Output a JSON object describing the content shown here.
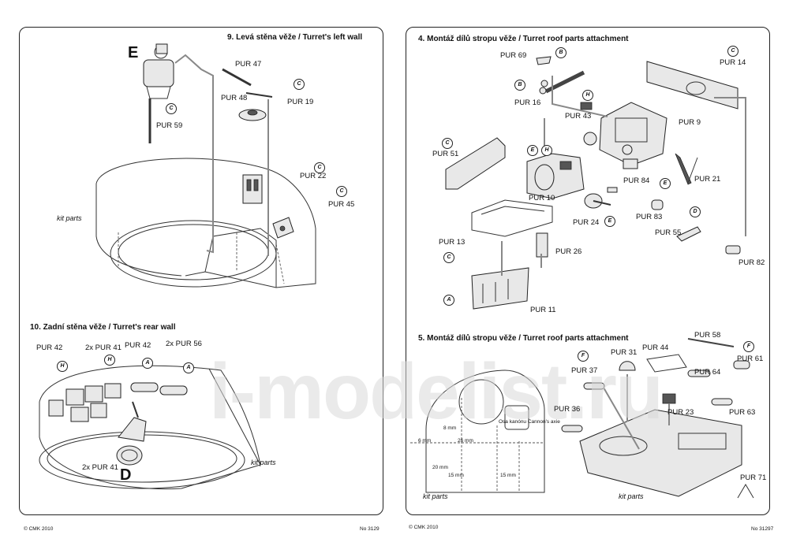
{
  "left_panel": {
    "step9_title": "9. Levá stěna věže / Turret's left wall",
    "step10_title": "10. Zadní stěna věže / Turret's rear wall",
    "labels": {
      "pur47": "PUR 47",
      "pur48": "PUR 48",
      "pur19": "PUR 19",
      "pur59": "PUR 59",
      "pur22": "PUR 22",
      "pur45": "PUR 45",
      "pur42a": "PUR 42",
      "pur41a": "2x PUR 41",
      "pur42b": "PUR 42",
      "pur56": "2x PUR 56",
      "pur41b": "2x PUR 41"
    },
    "kit_parts_1": "kit parts",
    "kit_parts_2": "kit parts",
    "letter_e": "E",
    "letter_d": "D",
    "badges": [
      "C",
      "C",
      "C",
      "C",
      "H",
      "H",
      "A",
      "A"
    ]
  },
  "right_panel": {
    "step4_title": "4. Montáž dílů stropu věže / Turret roof parts attachment",
    "step5_title": "5. Montáž dílů stropu věže / Turret roof parts attachment",
    "labels": {
      "pur69": "PUR 69",
      "pur16": "PUR 16",
      "pur43": "PUR 43",
      "pur14": "PUR 14",
      "pur9": "PUR 9",
      "pur51": "PUR 51",
      "pur10": "PUR 10",
      "pur84": "PUR 84",
      "pur21": "PUR 21",
      "pur24": "PUR 24",
      "pur83": "PUR 83",
      "pur55": "PUR 55",
      "pur13": "PUR 13",
      "pur26": "PUR 26",
      "pur82": "PUR 82",
      "pur11": "PUR 11",
      "pur58": "PUR 58",
      "pur31": "PUR 31",
      "pur44": "PUR 44",
      "pur37": "PUR 37",
      "pur61": "PUR 61",
      "pur64": "PUR 64",
      "pur36": "PUR 36",
      "pur23": "PUR 23",
      "pur63": "PUR 63",
      "pur71": "PUR 71"
    },
    "dims": {
      "d6": "6 mm",
      "d26": "26 mm",
      "d8": "8 mm",
      "d20": "20 mm",
      "d15a": "15 mm",
      "d15b": "15 mm",
      "axis": "Osa kanónu Cannon's axie"
    },
    "kit_parts_1": "kit parts",
    "kit_parts_2": "kit parts",
    "badges": [
      "B",
      "B",
      "H",
      "C",
      "C",
      "E",
      "H",
      "E",
      "E",
      "D",
      "C",
      "A",
      "F",
      "F"
    ]
  },
  "footer": {
    "copyright_left": "© CMK 2010",
    "number_left": "No 3129",
    "copyright_right": "© CMK 2010",
    "number_right": "No 31297"
  },
  "watermark": "i-modelist.ru"
}
